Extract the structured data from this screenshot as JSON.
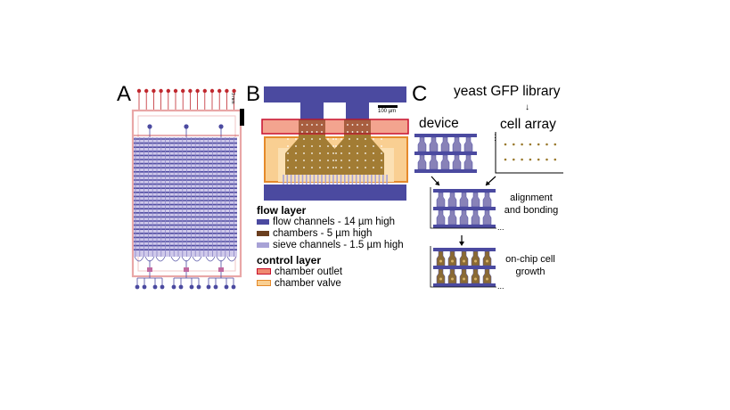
{
  "panels": {
    "a": {
      "letter": "A",
      "scale_label": "3 mm"
    },
    "b": {
      "letter": "B",
      "scale_label": "100 µm"
    },
    "c": {
      "letter": "C"
    }
  },
  "legend": {
    "flow_header": "flow layer",
    "flow_items": [
      {
        "label": "flow channels - 14 µm high",
        "color": "#4b4aa0"
      },
      {
        "label": "chambers - 5 µm high",
        "color": "#6b3f1f"
      },
      {
        "label": "sieve channels - 1.5 µm high",
        "color": "#a8a2d6"
      }
    ],
    "control_header": "control layer",
    "control_items": [
      {
        "label": "chamber outlet",
        "color": "#e8604c",
        "border": "#c8102e"
      },
      {
        "label": "chamber valve",
        "color": "#f5b36b",
        "border": "#e47b1b"
      }
    ]
  },
  "workflow": {
    "library": "yeast GFP library",
    "cell_array": "cell array",
    "device": "device",
    "step1": "alignment\nand bonding",
    "step2": "on-chip cell\ngrowth"
  },
  "colors": {
    "flow": "#4b4aa0",
    "sieve": "#a8a2d6",
    "outlet_fill": "#ef8a70",
    "outlet_border": "#c8102e",
    "valve_fill": "#f9cf92",
    "valve_border": "#e58a2b",
    "cells": "#9a7a2e",
    "chip_border": "#e9a7a7",
    "control_lines": "#c0282e"
  }
}
